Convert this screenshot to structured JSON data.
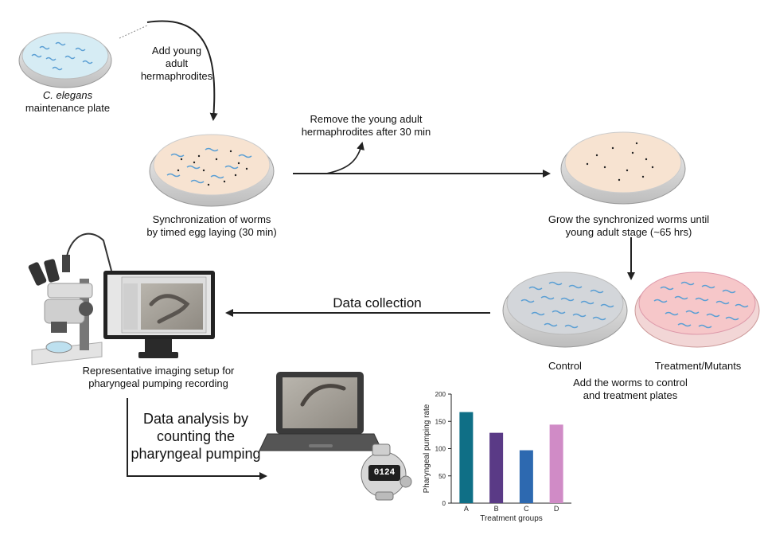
{
  "labels": {
    "maintenance_plate_species": "C. elegans",
    "maintenance_plate_rest": "maintenance plate",
    "add_young_adult": "Add young\nadult\nhermaphrodites",
    "synchronization": "Synchronization of worms\nby timed egg laying (30 min)",
    "remove_young_adult": "Remove the young adult\nhermaphrodites after 30 min",
    "grow_synchronized": "Grow the synchronized worms until\nyoung adult stage (~65 hrs)",
    "control": "Control",
    "treatment_mutants": "Treatment/Mutants",
    "add_worms": "Add the worms to control\nand treatment plates",
    "data_collection": "Data collection",
    "imaging_setup": "Representative imaging setup for\npharyngeal pumping recording",
    "data_analysis": "Data analysis by\ncounting the\npharyngeal pumping",
    "counter_display": "0124"
  },
  "colors": {
    "maintenance_agar": "#d6ecf4",
    "sync_agar": "#f7e3d1",
    "control_agar": "#d3d6da",
    "treatment_agar": "#f6c7c9",
    "worm": "#5b9fd4",
    "arrow": "#222222"
  },
  "chart_data": {
    "type": "bar",
    "categories": [
      "A",
      "B",
      "C",
      "D"
    ],
    "values": [
      167,
      129,
      97,
      144
    ],
    "colors": [
      "#0f6f86",
      "#5a3a86",
      "#2d69b0",
      "#d08bc6"
    ],
    "xlabel": "Treatment groups",
    "ylabel": "Pharyngeal pumping rate",
    "ylim": [
      0,
      200
    ],
    "yticks": [
      0,
      50,
      100,
      150,
      200
    ]
  }
}
